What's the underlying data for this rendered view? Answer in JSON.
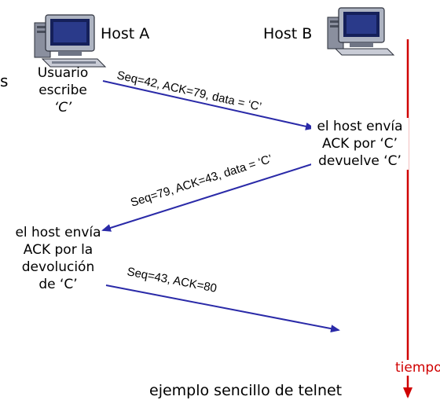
{
  "hosts": {
    "a_label": "Host A",
    "b_label": "Host B"
  },
  "edge_fragment": "s",
  "notes": {
    "user_types_line1": "Usuario",
    "user_types_line2": "escribe",
    "user_types_line3": "‘C’",
    "b_ack_line1": "el host envía",
    "b_ack_line2": "ACK por ‘C’",
    "b_ack_line3": "devuelve ‘C’",
    "a_ack_line1": "el host envía",
    "a_ack_line2": "ACK por la",
    "a_ack_line3": "devolución",
    "a_ack_line4": "de ‘C’"
  },
  "messages": [
    {
      "label": "Seq=42, ACK=79, data = ‘C’"
    },
    {
      "label": "Seq=79, ACK=43, data = ‘C’"
    },
    {
      "label": "Seq=43, ACK=80"
    }
  ],
  "timeline": {
    "label": "tiempo",
    "color": "#d00000"
  },
  "caption": "ejemplo sencillo de telnet",
  "colors": {
    "arrow": "#2a2aa8",
    "timeline": "#d00000"
  }
}
